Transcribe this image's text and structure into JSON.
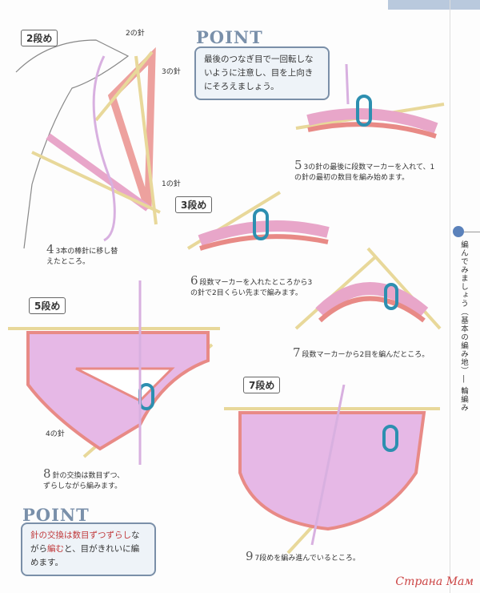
{
  "steps": {
    "s2": "2段め",
    "s3": "3段め",
    "s5": "5段め",
    "s7": "7段め"
  },
  "needles": {
    "n2": "2の針",
    "n3": "3の針",
    "n1": "1の針",
    "n4": "4の針"
  },
  "point1": {
    "title": "POINT",
    "text": "最後のつなぎ目で一回転しないように注意し、目を上向きにそろえましょう。"
  },
  "point2": {
    "title": "POINT",
    "text_red1": "針の交換は数目ずつずらし",
    "text_plain1": "ながら",
    "text_red2": "編む",
    "text_plain2": "と、目がきれいに編めます。"
  },
  "captions": [
    {
      "num": "4",
      "text": "3本の棒針に移し替えたところ。"
    },
    {
      "num": "5",
      "text": "3の針の最後に段数マーカーを入れて、1の針の最初の数目を編み始めます。"
    },
    {
      "num": "6",
      "text": "段数マーカーを入れたところから3の針で2目くらい先まで編みます。"
    },
    {
      "num": "7",
      "text": "段数マーカーから2目を編んだところ。"
    },
    {
      "num": "8",
      "text": "針の交換は数目ずつ、ずらしながら編みます。"
    },
    {
      "num": "9",
      "text": "7段めを編み進んでいるところ。"
    }
  ],
  "side_title": "編んでみましょう（基本の編み地）― 輪編み",
  "watermark": "Страна Мам"
}
